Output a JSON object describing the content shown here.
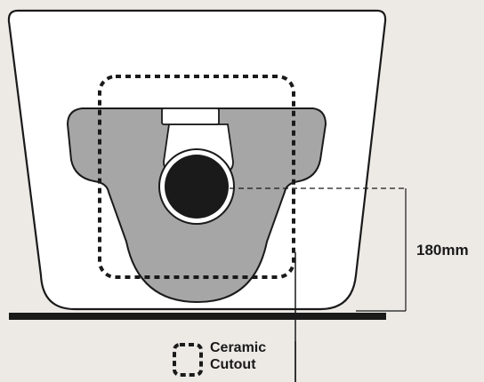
{
  "dimension": {
    "label": "180mm"
  },
  "legend": {
    "line1": "Ceramic",
    "line2": "Cutout"
  },
  "colors": {
    "background": "#edeae6",
    "bowl_fill": "#ffffff",
    "seat_fill": "#a6a6a6",
    "outline": "#1a1a1a",
    "outlet_fill": "#1a1a1a",
    "floor": "#1a1a1a"
  }
}
